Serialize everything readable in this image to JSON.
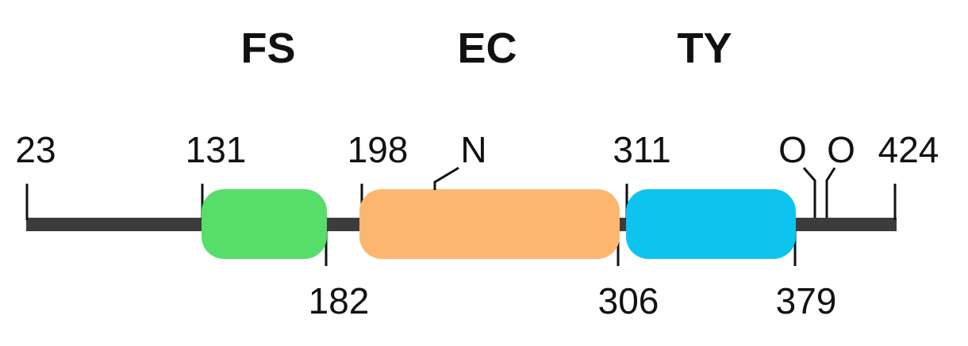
{
  "domains": [
    {
      "name": "FS",
      "start": "131",
      "end": "182",
      "color": "#57dd6a"
    },
    {
      "name": "EC",
      "start": "198",
      "end": "306",
      "color": "#fcb670"
    },
    {
      "name": "TY",
      "start": "311",
      "end": "379",
      "color": "#0cc4ee"
    }
  ],
  "protein": {
    "start": "23",
    "end": "424",
    "backbone_color": "#3c3c3c"
  },
  "sites": {
    "n_glycosylation": "N",
    "o_glycosylation": [
      "O",
      "O"
    ]
  }
}
